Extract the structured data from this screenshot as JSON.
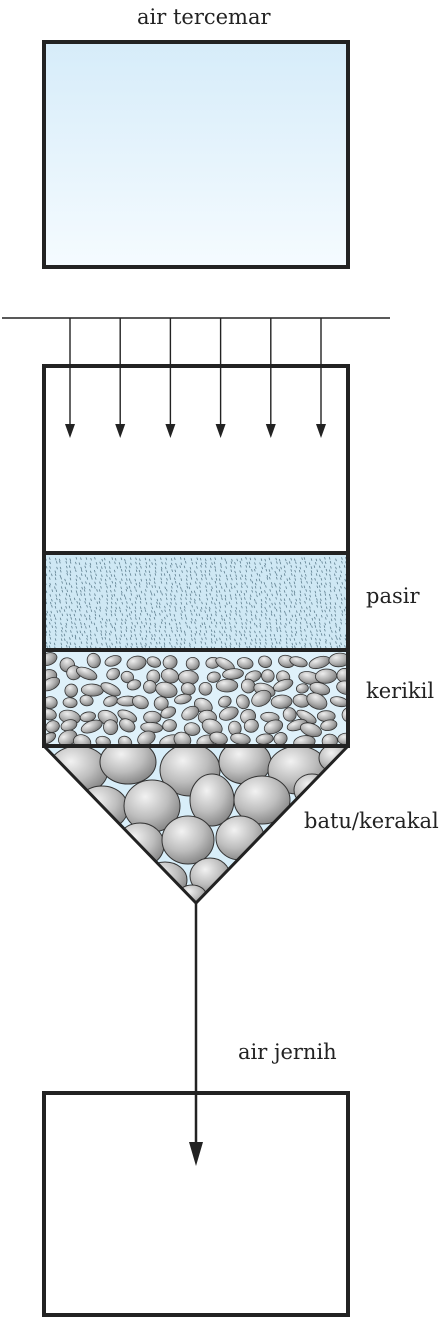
{
  "labels": {
    "polluted_water": "air tercemar",
    "sand": "pasir",
    "gravel": "kerikil",
    "stones": "batu/kerakal",
    "clean_water": "air jernih"
  },
  "colors": {
    "outline": "#222222",
    "polluted_water_fill_top": "#d6ecf9",
    "polluted_water_fill_bottom": "#f5fbff",
    "sand_fill": "#cfe8f4",
    "gravel_water": "#dff1fa",
    "stone_fill": "#bdbdbd",
    "stone_shadow": "#8a8a8a"
  },
  "diagram": {
    "inflow_arrow_count": 6
  }
}
